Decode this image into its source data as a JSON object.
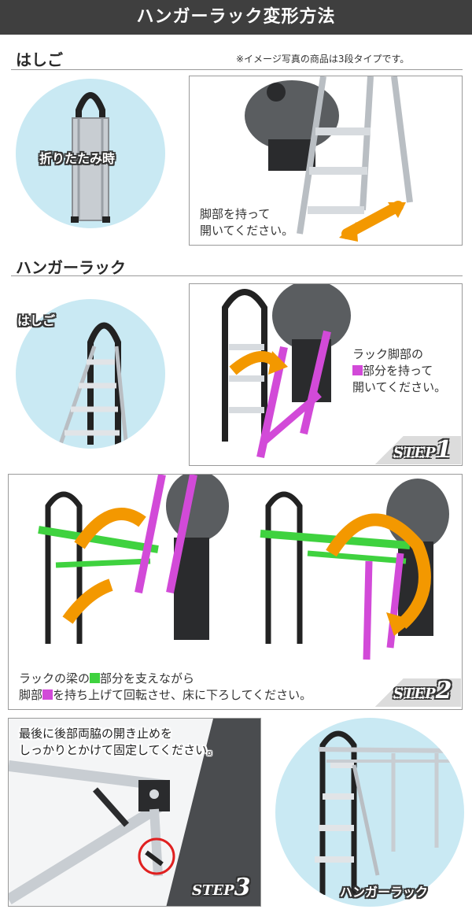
{
  "header": {
    "title": "ハンガーラック変形方法"
  },
  "section_ladder": {
    "title": "はしご",
    "note": "※イメージ写真の商品は3段タイプです。",
    "folded_label": "折りたたみ時",
    "caption_line1": "脚部を持って",
    "caption_line2": "開いてください。"
  },
  "section_rack": {
    "title": "ハンガーラック",
    "ladder_label": "はしご",
    "caption_line1": "ラック脚部の",
    "caption_line2": "部分を持って",
    "caption_line3": "開いてください。",
    "step_word": "STEP",
    "step_number": "1"
  },
  "step2": {
    "caption_line1_a": "ラックの梁の",
    "caption_line1_b": "部分を支えながら",
    "caption_line2_a": "脚部",
    "caption_line2_b": "を持ち上げて回転させ、床に下ろしてください。",
    "step_word": "STEP",
    "step_number": "2"
  },
  "step3": {
    "caption_line1": "最後に後部両脇の開き止めを",
    "caption_line2": "しっかりとかけて固定してください。",
    "step_word": "STEP",
    "step_number": "3",
    "result_label": "ハンガーラック"
  },
  "colors": {
    "header_bg": "#3f3f3f",
    "circle_bg": "#c9e9f3",
    "arrow_orange": "#f39800",
    "highlight_magenta": "#d24ad8",
    "highlight_green": "#3fd23f",
    "aluminium": "#c8cdd2"
  }
}
